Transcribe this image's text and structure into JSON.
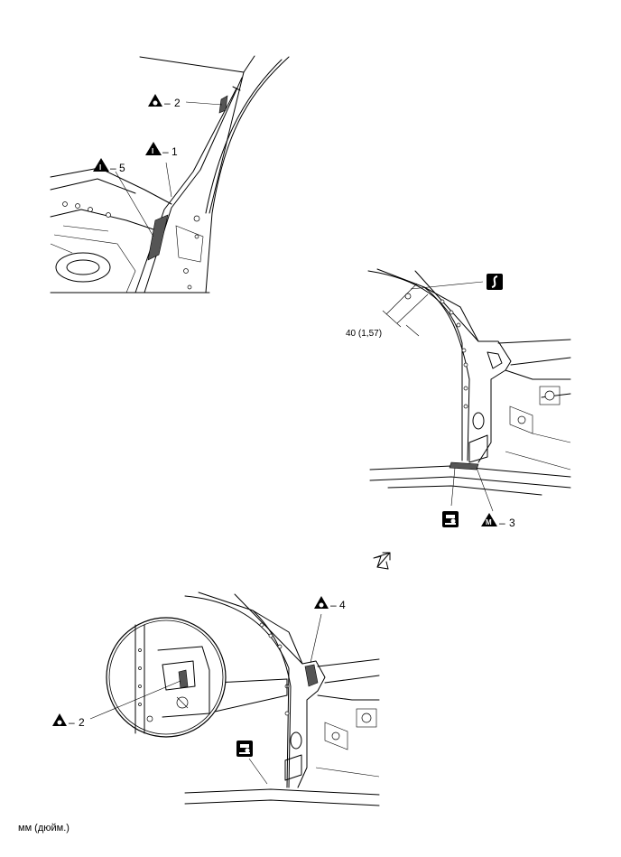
{
  "callouts": {
    "top_2": {
      "number": "2",
      "symbol": "spot-sealer"
    },
    "top_1": {
      "number": "1",
      "symbol": "mig-weld"
    },
    "top_5": {
      "number": "5",
      "symbol": "mig-weld"
    },
    "mid_3": {
      "number": "3",
      "symbol": "mig-braze"
    },
    "bot_4": {
      "number": "4",
      "symbol": "spot-sealer"
    },
    "bot_2": {
      "number": "2",
      "symbol": "spot-sealer"
    }
  },
  "symbols": {
    "mig_weld_letter": "I",
    "mig_braze_letter": "M"
  },
  "dimension": {
    "text": "40 (1,57)"
  },
  "footer": {
    "units": "мм (дюйм.)"
  },
  "icons": [
    "cut-icon",
    "spot-weld-remover-icon",
    "view-direction-arrow-icon"
  ]
}
